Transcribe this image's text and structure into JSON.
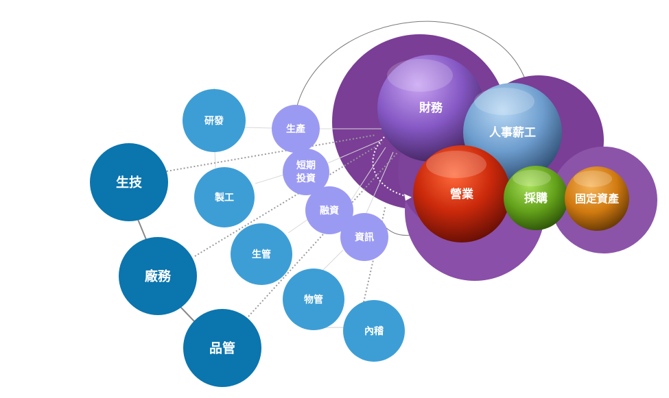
{
  "colors": {
    "dark_blue": "#0b75ae",
    "light_blue": "#3d9ed6",
    "lavender": "#9b9af3",
    "purple": "#7a3e96",
    "finance": "#8a57c6",
    "hr": "#6fa0cf",
    "sales": "#cc2a0b",
    "purchase": "#6aa51c",
    "assets": "#d47d12"
  },
  "groups": {
    "left": [
      "生技",
      "廠務",
      "品管"
    ],
    "blue": [
      "研發",
      "製工",
      "生管",
      "物管",
      "內稽"
    ],
    "lavender": [
      "生產",
      "短期投資",
      "融資",
      "資訊"
    ],
    "spheres": [
      "財務",
      "人事薪工",
      "營業",
      "採購",
      "固定資產"
    ]
  },
  "nodes": {
    "shengji": "生技",
    "changwu": "廠務",
    "pinguan": "品管",
    "yanfa": "研發",
    "zhigong": "製工",
    "shengguan": "生管",
    "wuguan": "物管",
    "neiji": "內稽",
    "shengchan": "生產",
    "duanqi_line1": "短期",
    "duanqi_line2": "投資",
    "rongzi": "融資",
    "zixun": "資訊",
    "caiwu": "財務",
    "renshi": "人事薪工",
    "yingye": "營業",
    "caigou": "採購",
    "guding": "固定資產"
  }
}
